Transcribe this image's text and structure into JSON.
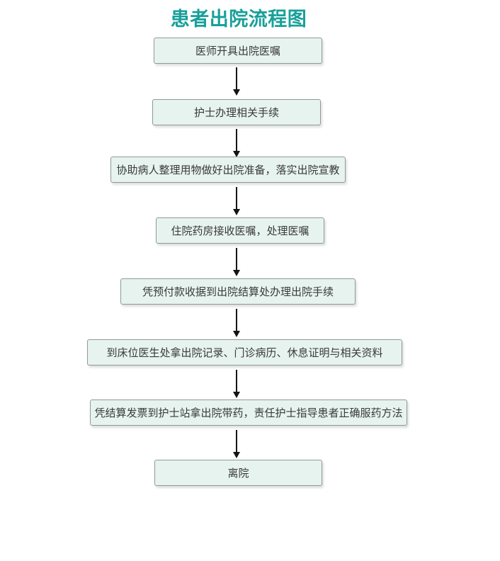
{
  "page": {
    "title": "患者出院流程图",
    "title_color": "#18a099"
  },
  "flowchart": {
    "box_fill_color": "#e6f3ef",
    "box_border_color": "#8f9a96",
    "text_color": "#3a3a3a",
    "arrow_color": "#141414",
    "steps": [
      {
        "label": "医师开具出院医嘱"
      },
      {
        "label": "护士办理相关手续"
      },
      {
        "label": "协助病人整理用物做好出院准备，落实出院宣教"
      },
      {
        "label": "住院药房接收医嘱，处理医嘱"
      },
      {
        "label": "凭预付款收据到出院结算处办理出院手续"
      },
      {
        "label": "到床位医生处拿出院记录、门诊病历、休息证明与相关资料"
      },
      {
        "label": "凭结算发票到护士站拿出院带药，责任护士指导患者正确服药方法"
      },
      {
        "label": "离院"
      }
    ]
  }
}
